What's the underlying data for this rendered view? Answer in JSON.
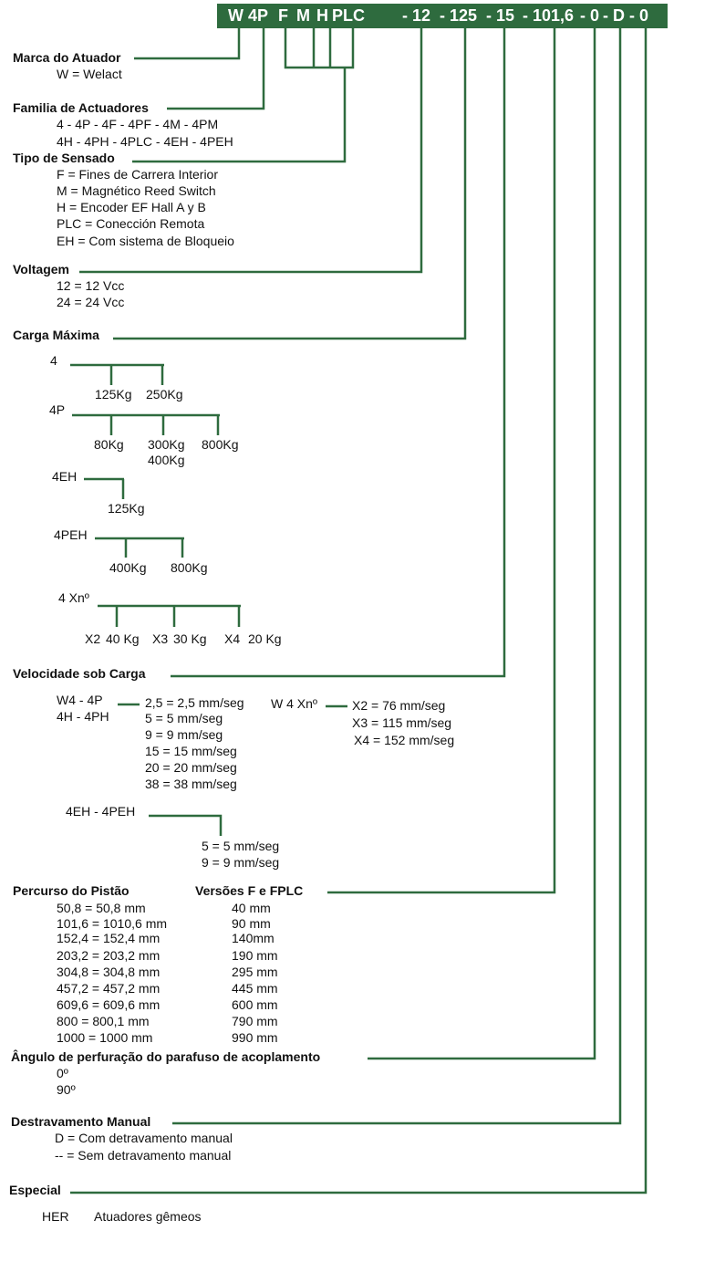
{
  "code": {
    "letters": [
      "W",
      "4P",
      "F",
      "M",
      "H",
      "PLC"
    ],
    "values": [
      "- 12",
      "- 125",
      "- 15",
      "- 101,6",
      "- 0",
      "- D",
      "- 0"
    ]
  },
  "colors": {
    "banner": "#2e6b3e",
    "line": "#2e6b3e",
    "banner_text": "#ffffff"
  },
  "marca": {
    "title": "Marca do Atuador",
    "items": [
      "W = Welact"
    ]
  },
  "familia": {
    "title": "Familia de Actuadores",
    "items": [
      "4 - 4P - 4F - 4PF - 4M - 4PM",
      "4H - 4PH - 4PLC - 4EH - 4PEH"
    ]
  },
  "tipo": {
    "title": "Tipo de Sensado",
    "items": [
      "F = Fines de Carrera Interior",
      "M = Magnético Reed Switch",
      "H = Encoder EF Hall A y B",
      "PLC = Conección Remota",
      "EH = Com sistema de Bloqueio"
    ]
  },
  "voltagem": {
    "title": "Voltagem",
    "items": [
      "12 = 12 Vcc",
      "24 = 24 Vcc"
    ]
  },
  "carga": {
    "title": "Carga Máxima",
    "groups": [
      {
        "label": "4",
        "values": [
          "125Kg",
          "250Kg"
        ]
      },
      {
        "label": "4P",
        "values": [
          "80Kg",
          "300Kg",
          "400Kg",
          "800Kg"
        ]
      },
      {
        "label": "4EH",
        "values": [
          "125Kg"
        ]
      },
      {
        "label": "4PEH",
        "values": [
          "400Kg",
          "800Kg"
        ]
      },
      {
        "label": "4 Xnº",
        "values": [
          "X2",
          "40 Kg",
          "X3",
          "30 Kg",
          "X4",
          "20 Kg"
        ]
      }
    ]
  },
  "velocidade": {
    "title": "Velocidade sob Carga",
    "left_labels": [
      "W4 - 4P",
      "4H - 4PH"
    ],
    "left_values": [
      "2,5 = 2,5 mm/seg",
      "5 = 5 mm/seg",
      "9 = 9 mm/seg",
      "15 = 15 mm/seg",
      "20 = 20 mm/seg",
      "38 = 38 mm/seg"
    ],
    "right_label": "W 4 Xnº",
    "right_values": [
      "X2 = 76 mm/seg",
      "X3 = 115 mm/seg",
      "X4 = 152 mm/seg"
    ],
    "eh_label": "4EH -  4PEH",
    "eh_values": [
      "5 = 5 mm/seg",
      "9 = 9 mm/seg"
    ]
  },
  "percurso": {
    "title": "Percurso do Pistão",
    "title2": "Versões F e FPLC",
    "rows": [
      {
        "a": "50,8 = 50,8 mm",
        "b": "40 mm"
      },
      {
        "a": "101,6 = 1010,6 mm",
        "b": "90 mm"
      },
      {
        "a": "152,4 = 152,4 mm",
        "b": "140mm"
      },
      {
        "a": "203,2 = 203,2 mm",
        "b": "190 mm"
      },
      {
        "a": "304,8 = 304,8 mm",
        "b": "295 mm"
      },
      {
        "a": "457,2 = 457,2 mm",
        "b": "445 mm"
      },
      {
        "a": "609,6 = 609,6 mm",
        "b": "600 mm"
      },
      {
        "a": "800 = 800,1 mm",
        "b": "790 mm"
      },
      {
        "a": "1000 = 1000 mm",
        "b": "990 mm"
      }
    ]
  },
  "angulo": {
    "title": "Ângulo de perfuração do parafuso de acoplamento",
    "items": [
      "0º",
      "90º"
    ]
  },
  "destravamento": {
    "title": "Destravamento Manual",
    "items": [
      "D = Com detravamento manual",
      "-- = Sem detravamento manual"
    ]
  },
  "especial": {
    "title": "Especial",
    "code": "HER",
    "desc": "Atuadores gêmeos"
  }
}
